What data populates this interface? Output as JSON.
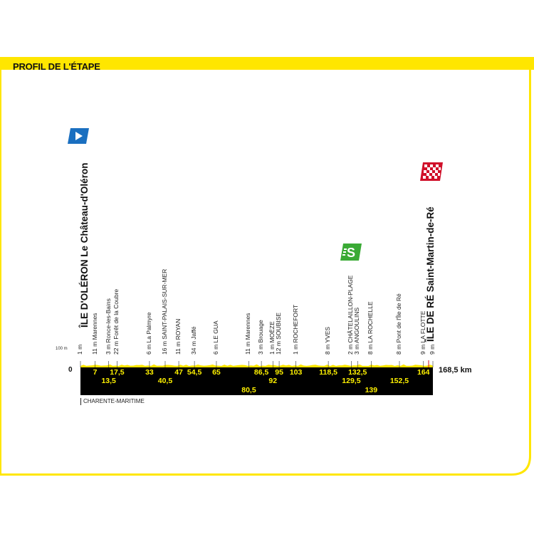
{
  "title": "PROFIL DE L'ÉTAPE",
  "colors": {
    "accent": "#ffe600",
    "profile": "#000000",
    "km_text": "#fff200",
    "start_flag": "#1a6fc0",
    "sprint": "#3aaa35",
    "finish": "#d0102a"
  },
  "icons": {
    "start": "start-flag-icon",
    "finish": "checkered-finish-flag-icon",
    "sprint": "sprint-s-icon"
  },
  "chart": {
    "zero_label": "0",
    "alt_label": "100 m",
    "total_label": "168,5 km",
    "department": "CHARENTE-MARITIME",
    "start_label": "ÎLE D'OLÉRON Le Château-d'Oléron",
    "finish_label": "ÎLE DE RÉ Saint-Martin-de-Ré"
  },
  "chart_data": {
    "type": "area",
    "total_km": 168.5,
    "checkpoints": [
      {
        "km": "",
        "km_value": 0,
        "label": "1 m"
      },
      {
        "km": "7",
        "km_value": 7,
        "label": "11 m Marennes"
      },
      {
        "km": "13,5",
        "km_value": 13.5,
        "label": "3 m Ronce-les-Bains"
      },
      {
        "km": "17,5",
        "km_value": 17.5,
        "label": "22 m Forêt de la Coubre"
      },
      {
        "km": "33",
        "km_value": 33,
        "label": "6 m La Palmyre"
      },
      {
        "km": "40,5",
        "km_value": 40.5,
        "label": "16 m SAINT-PALAIS-SUR-MER"
      },
      {
        "km": "47",
        "km_value": 47,
        "label": "11 m ROYAN"
      },
      {
        "km": "54,5",
        "km_value": 54.5,
        "label": "34 m Jaffé"
      },
      {
        "km": "65",
        "km_value": 65,
        "label": "6 m LE GUA"
      },
      {
        "km": "80,5",
        "km_value": 80.5,
        "label": "11 m Marennes"
      },
      {
        "km": "86,5",
        "km_value": 86.5,
        "label": "3 m Brouage"
      },
      {
        "km": "92",
        "km_value": 92,
        "label": "1 m MOËZE"
      },
      {
        "km": "95",
        "km_value": 95,
        "label": "12 m SOUBISE"
      },
      {
        "km": "103",
        "km_value": 103,
        "label": "1 m ROCHEFORT"
      },
      {
        "km": "118,5",
        "km_value": 118.5,
        "label": "8 m YVES"
      },
      {
        "km": "129,5",
        "km_value": 129.5,
        "label": "2 m CHÂTELAILLON-PLAGE"
      },
      {
        "km": "132,5",
        "km_value": 132.5,
        "label": "3 m ANGOULINS"
      },
      {
        "km": "139",
        "km_value": 139,
        "label": "8 m LA ROCHELLE"
      },
      {
        "km": "152,5",
        "km_value": 152.5,
        "label": "8 m Pont de l'Île de Ré"
      },
      {
        "km": "164",
        "km_value": 164,
        "label": "9 m LA FLOTTE"
      },
      {
        "km": "",
        "km_value": 168.5,
        "label": "9 m"
      }
    ]
  }
}
